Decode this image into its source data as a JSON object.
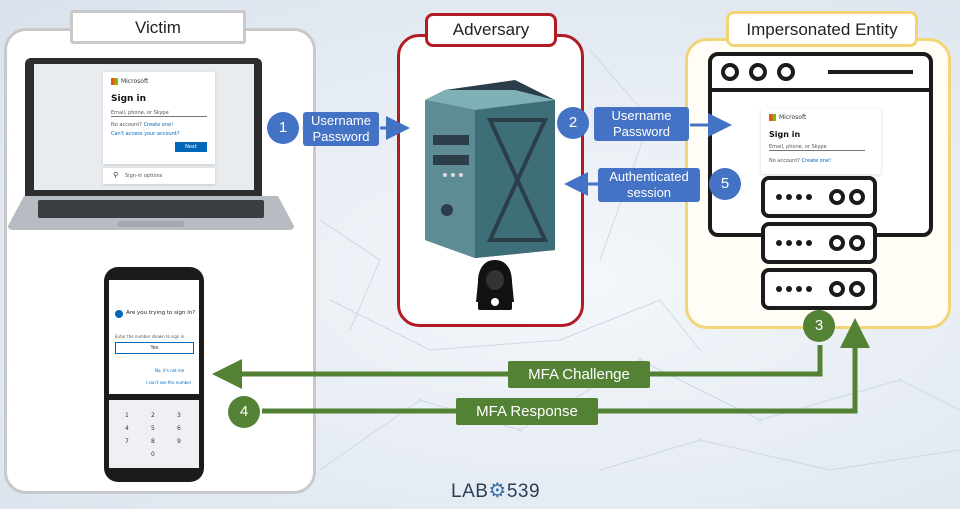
{
  "panels": {
    "victim": "Victim",
    "adversary": "Adversary",
    "entity": "Impersonated Entity"
  },
  "steps": [
    {
      "number": "1",
      "label_line1": "Username",
      "label_line2": "Password"
    },
    {
      "number": "2",
      "label_line1": "Username",
      "label_line2": "Password"
    },
    {
      "number": "3",
      "label": "MFA Challenge"
    },
    {
      "number": "4",
      "label": "MFA Response"
    },
    {
      "number": "5",
      "label_line1": "Authenticated",
      "label_line2": "session"
    }
  ],
  "signin_screen": {
    "brand": "Microsoft",
    "heading": "Sign in",
    "placeholder": "Email, phone, or Skype",
    "no_account": "No account?",
    "create_one": "Create one!",
    "cant_access": "Can't access your account?",
    "next": "Next",
    "signin_options": "Sign-in options"
  },
  "phone_screen": {
    "prompt": "Are you trying to sign in?",
    "enter_number": "Enter the number shown to sign in.",
    "yes": "Yes",
    "no": "No, it's not me",
    "cant_see": "I can't see the number"
  },
  "keypad": [
    "1",
    "2",
    "3",
    "4",
    "5",
    "6",
    "7",
    "8",
    "9",
    "0"
  ],
  "branding": {
    "logo_left": "LAB",
    "logo_right": "539"
  },
  "colors": {
    "victim_border": "#c9c9c9",
    "adversary_border": "#b11c24",
    "entity_border": "#f2d675",
    "step_blue": "#4472c4",
    "step_green": "#548235"
  }
}
